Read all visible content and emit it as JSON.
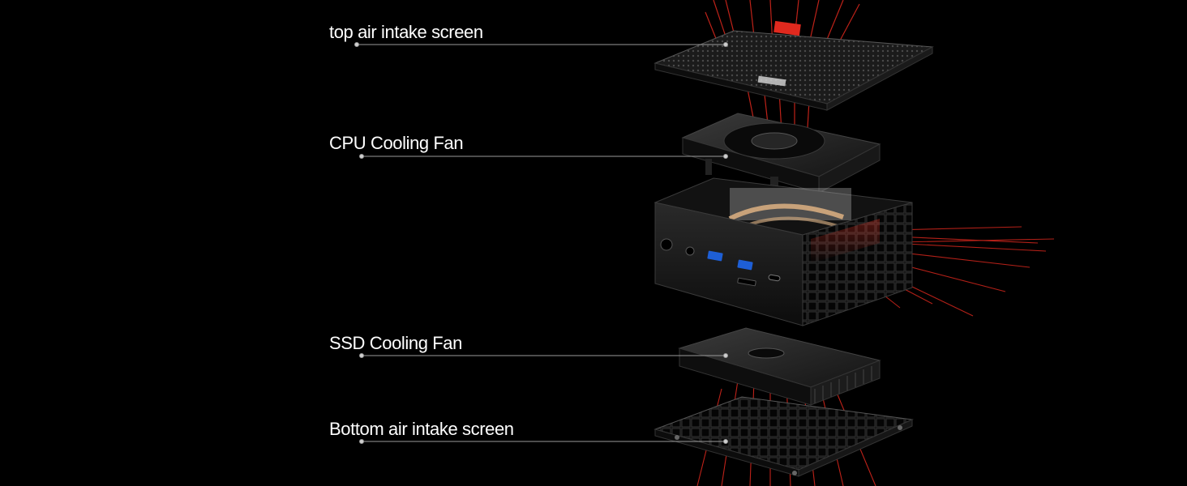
{
  "callouts": [
    {
      "text": "top air intake screen"
    },
    {
      "text": "CPU Cooling Fan"
    },
    {
      "text": "SSD Cooling Fan"
    },
    {
      "text": "Bottom air intake screen"
    }
  ],
  "colors": {
    "background": "#000000",
    "airflow": "#e0291e",
    "leader_line": "#9a9a9a"
  }
}
